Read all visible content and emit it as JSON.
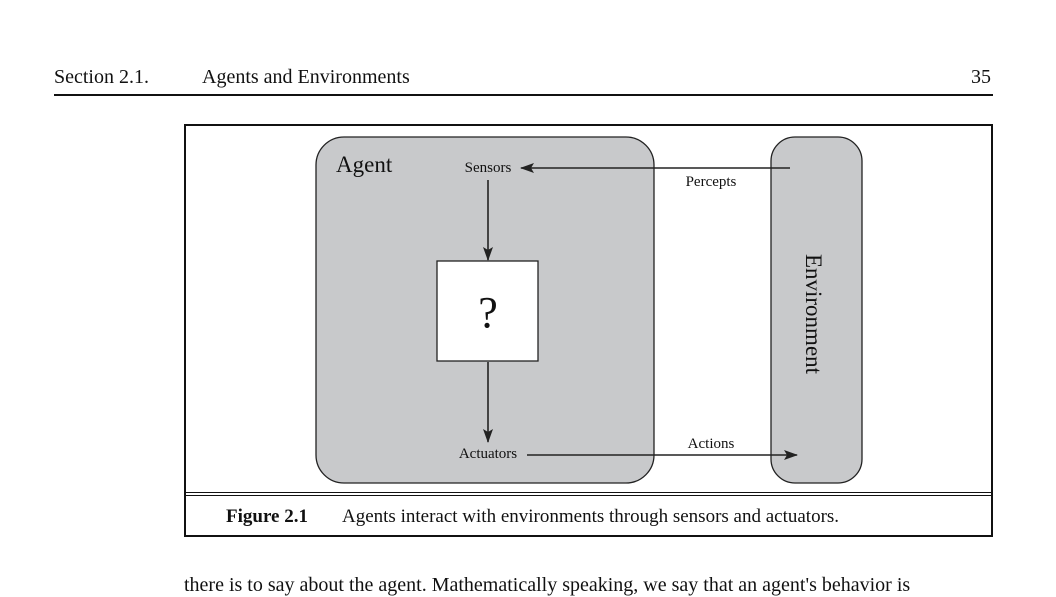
{
  "header": {
    "section": "Section 2.1.",
    "title": "Agents and Environments",
    "page_number": "35"
  },
  "figure": {
    "agent_label": "Agent",
    "sensors_label": "Sensors",
    "actuators_label": "Actuators",
    "unknown_symbol": "?",
    "percepts_label": "Percepts",
    "actions_label": "Actions",
    "environment_label": "Environment",
    "colors": {
      "panel_fill": "#c8c9cb",
      "box_fill": "#ffffff",
      "stroke": "#222222"
    }
  },
  "caption": {
    "number": "Figure 2.1",
    "text": "Agents interact with environments through sensors and actuators."
  },
  "body": {
    "partial_line": "there is to say about the agent. Mathematically speaking, we say that an agent's behavior is"
  }
}
